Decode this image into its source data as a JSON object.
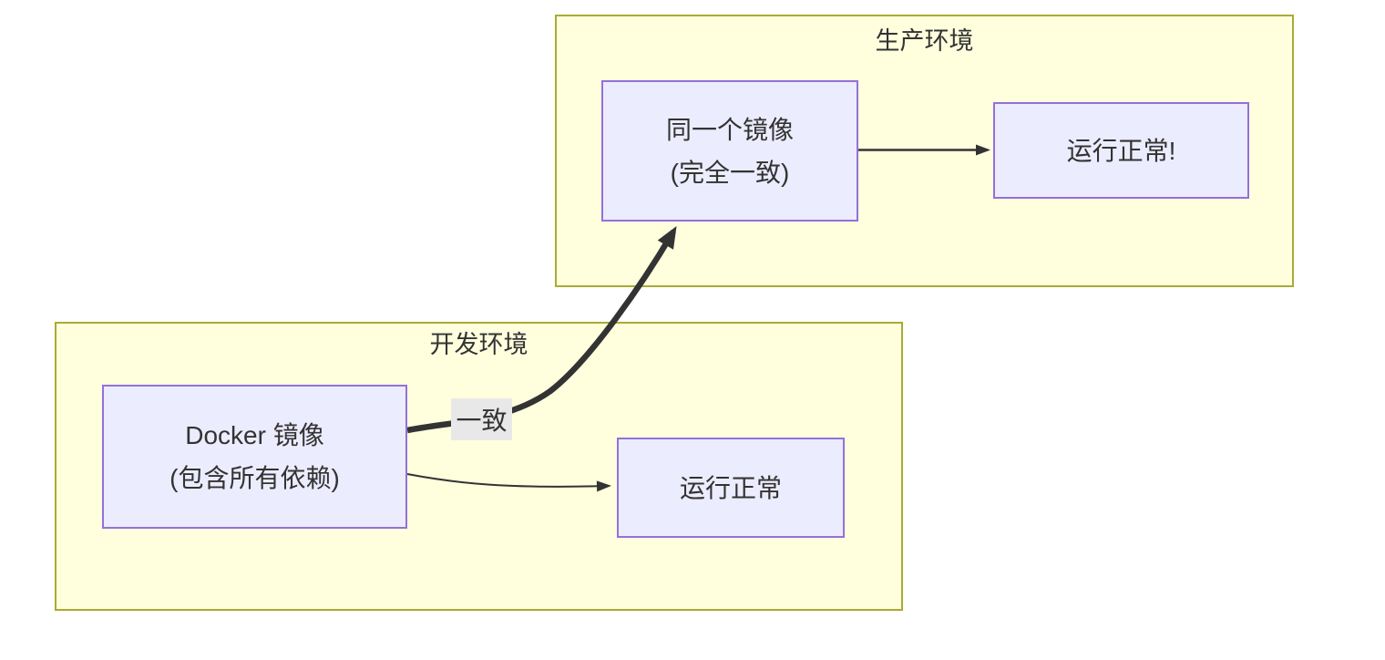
{
  "diagram": {
    "type": "flowchart",
    "clusters": {
      "production": {
        "title": "生产环境",
        "nodes": {
          "same_image": {
            "line1": "同一个镜像",
            "line2": "(完全一致)"
          },
          "runs_ok": {
            "label": "运行正常!"
          }
        }
      },
      "development": {
        "title": "开发环境",
        "nodes": {
          "docker_image": {
            "line1": "Docker 镜像",
            "line2": "(包含所有依赖)"
          },
          "runs_ok": {
            "label": "运行正常"
          }
        }
      }
    },
    "edges": [
      {
        "from": "docker_image",
        "to": "same_image",
        "label": "一致",
        "style": "thick-curved"
      },
      {
        "from": "docker_image",
        "to": "dev_runs_ok",
        "label": "",
        "style": "thin-curved"
      },
      {
        "from": "same_image",
        "to": "prod_runs_ok",
        "label": "",
        "style": "straight"
      }
    ],
    "colors": {
      "background": "#ffffff",
      "text": "#333333",
      "cluster_fill": "#ffffde",
      "cluster_border": "#aaaa33",
      "node_fill": "#ececff",
      "node_border": "#9370db",
      "edge": "#333333",
      "edge_label_bg": "#e8e8e8"
    }
  }
}
